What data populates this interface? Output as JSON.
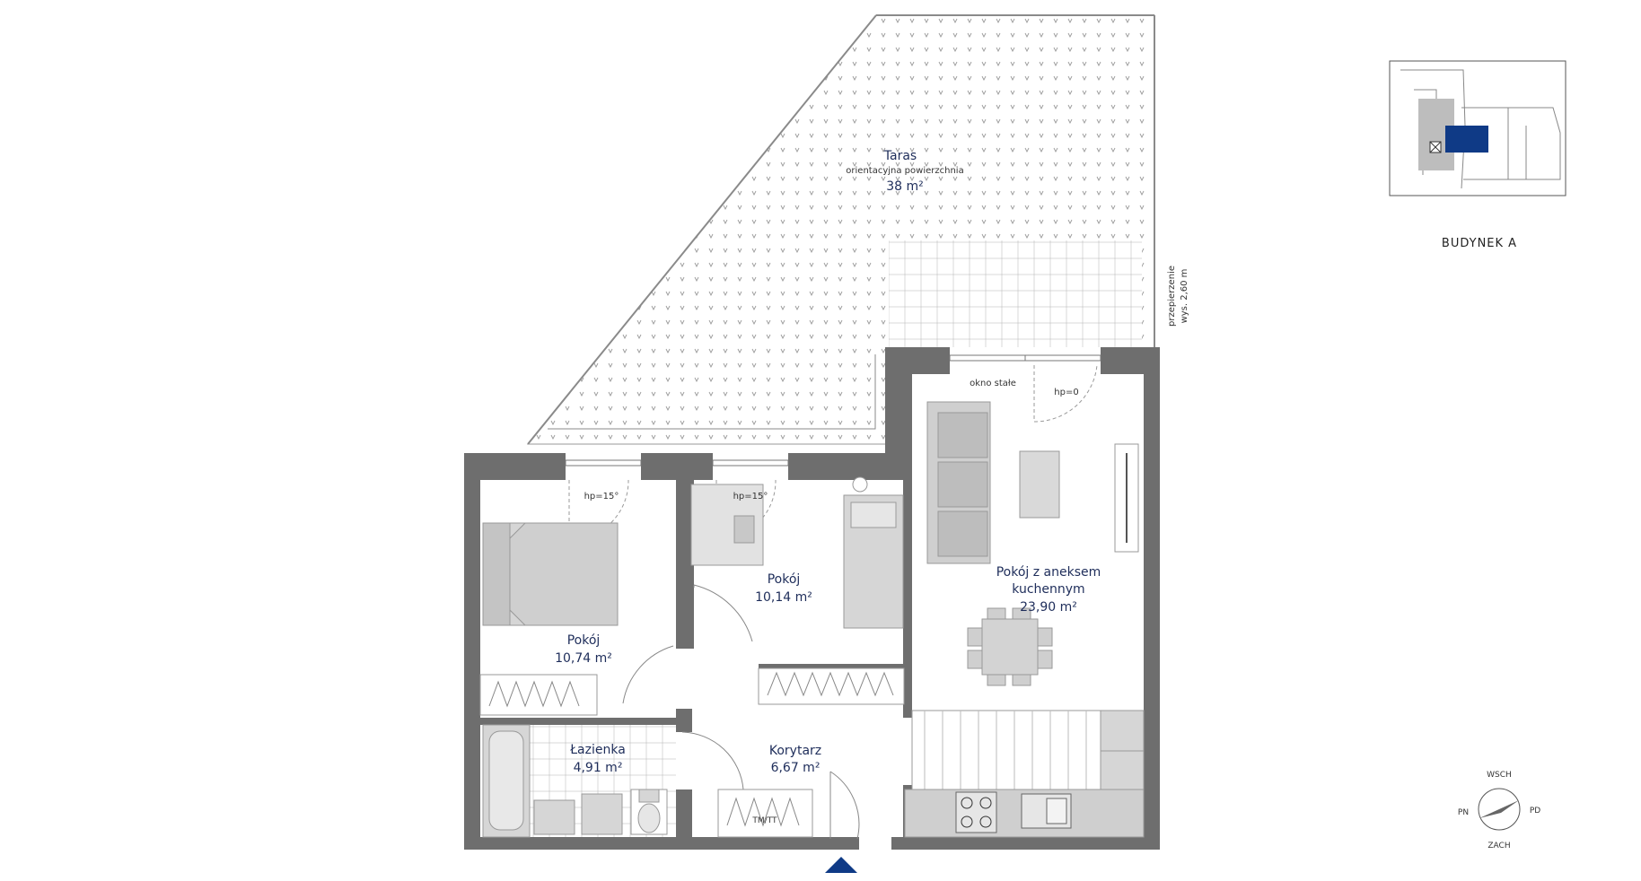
{
  "rooms": {
    "terrace": {
      "name": "Taras",
      "note": "orientacyjna powierzchnia",
      "area": "38 m²"
    },
    "bedroom": {
      "name": "Pokój",
      "area": "10,74 m²"
    },
    "room2": {
      "name": "Pokój",
      "area": "10,14 m²"
    },
    "living": {
      "name_line1": "Pokój z aneksem",
      "name_line2": "kuchennym",
      "area": "23,90 m²"
    },
    "bathroom": {
      "name": "Łazienka",
      "area": "4,91 m²"
    },
    "corridor": {
      "name": "Korytarz",
      "area": "6,67 m²"
    }
  },
  "notes": {
    "window_fixed": "okno stałe",
    "hp0": "hp=0",
    "hp15_a": "hp=15°",
    "hp15_b": "hp=15°",
    "partition_line1": "przepierzenie",
    "partition_line2": "wys. 2,60 m",
    "meter": "TM/TT"
  },
  "keyplan": {
    "label": "BUDYNEK A"
  },
  "compass": {
    "north": "WSCH",
    "east": "PD",
    "south": "ZACH",
    "west": "PN"
  },
  "colors": {
    "wall": "#6e6e6e",
    "furniture": "#cfcfcf",
    "label": "#1e2d5a",
    "accent": "#0f3a86"
  }
}
